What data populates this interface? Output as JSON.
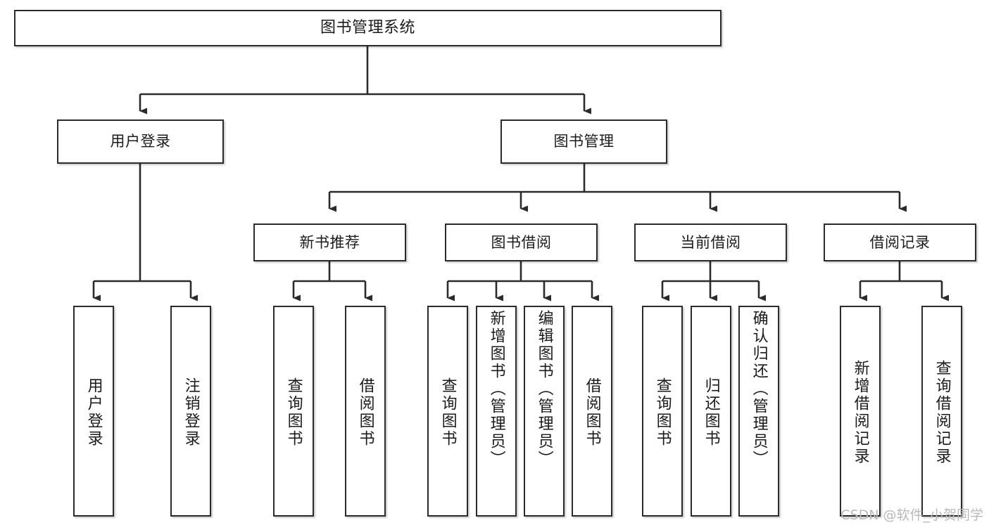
{
  "diagram": {
    "title": "图书管理系统",
    "type": "tree-hierarchy",
    "watermark": "CSDN @软件_小贺同学",
    "root": {
      "label": "图书管理系统"
    },
    "level2": [
      {
        "label": "用户登录"
      },
      {
        "label": "图书管理"
      }
    ],
    "level3": [
      {
        "label": "新书推荐"
      },
      {
        "label": "图书借阅"
      },
      {
        "label": "当前借阅"
      },
      {
        "label": "借阅记录"
      }
    ],
    "leaves": {
      "user_login": [
        {
          "label": "用户登录"
        },
        {
          "label": "注销登录"
        }
      ],
      "new_book_recommend": [
        {
          "label": "查询图书"
        },
        {
          "label": "借阅图书"
        }
      ],
      "book_borrow": [
        {
          "label": "查询图书"
        },
        {
          "label": "新增图书（管理员）"
        },
        {
          "label": "编辑图书（管理员）"
        },
        {
          "label": "借阅图书"
        }
      ],
      "current_borrow": [
        {
          "label": "查询图书"
        },
        {
          "label": "归还图书"
        },
        {
          "label": "确认归还（管理员）"
        }
      ],
      "borrow_record": [
        {
          "label": "新增借阅记录"
        },
        {
          "label": "查询借阅记录"
        }
      ]
    },
    "colors": {
      "stroke": "#2b2b2b",
      "fill": "#ffffff",
      "text": "#1b1b1b",
      "watermark": "#b9b9b9"
    }
  }
}
